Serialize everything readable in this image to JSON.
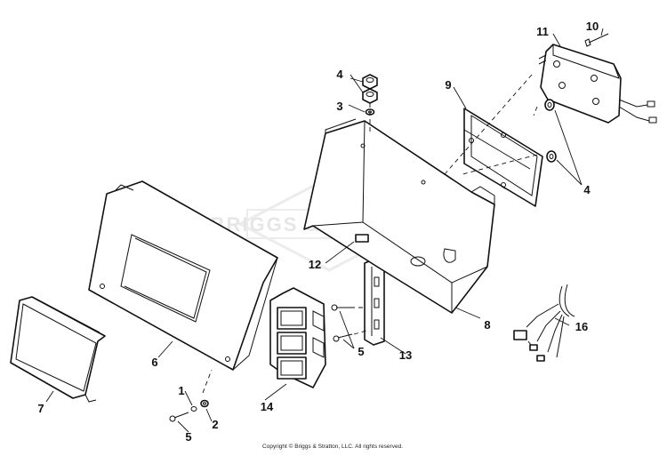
{
  "diagram": {
    "watermark": "BRIGGS & STRATTON",
    "copyright": "Copyright © Briggs & Stratton, LLC. All rights reserved.",
    "callouts": [
      {
        "id": "c1",
        "text": "1"
      },
      {
        "id": "c2",
        "text": "2"
      },
      {
        "id": "c3",
        "text": "3"
      },
      {
        "id": "c4a",
        "text": "4"
      },
      {
        "id": "c4b",
        "text": "4"
      },
      {
        "id": "c5a",
        "text": "5"
      },
      {
        "id": "c5b",
        "text": "5"
      },
      {
        "id": "c6",
        "text": "6"
      },
      {
        "id": "c7",
        "text": "7"
      },
      {
        "id": "c8",
        "text": "8"
      },
      {
        "id": "c9",
        "text": "9"
      },
      {
        "id": "c10",
        "text": "10"
      },
      {
        "id": "c11",
        "text": "11"
      },
      {
        "id": "c12",
        "text": "12"
      },
      {
        "id": "c13",
        "text": "13"
      },
      {
        "id": "c14",
        "text": "14"
      },
      {
        "id": "c16",
        "text": "16"
      }
    ]
  }
}
